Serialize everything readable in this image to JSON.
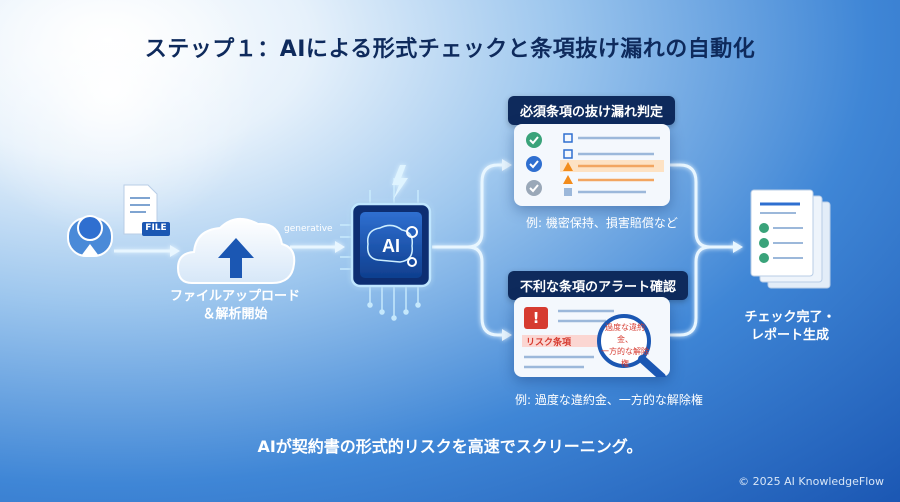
{
  "title": "ステップ１：AIによる形式チェックと条項抜け漏れの自動化",
  "upload": {
    "file_badge": "FILE",
    "generative": "generative",
    "label_line1": "ファイルアップロード",
    "label_line2": "＆解析開始"
  },
  "ai_chip": {
    "label": "AI"
  },
  "card_top": {
    "heading": "必須条項の抜け漏れ判定",
    "example": "例: 機密保持、損害賠償など"
  },
  "card_bottom": {
    "heading": "不利な条項のアラート確認",
    "highlight": "リスク条項",
    "lens_line1": "過度な違約金、",
    "lens_line2": "一方的な解除権",
    "example": "例: 過度な違約金、一方的な解除権"
  },
  "report": {
    "label_line1": "チェック完了・",
    "label_line2": "レポート生成"
  },
  "caption": "AIが契約書の形式的リスクを高速でスクリーニング。",
  "copyright": "© 2025 AI KnowledgeFlow",
  "colors": {
    "navy": "#0e2a5c",
    "check_green": "#3aa37a",
    "check_blue": "#2f6fd0",
    "alert_orange": "#f28c1c",
    "alert_red": "#d63b30",
    "flow_glow": "#bfe6ff"
  }
}
